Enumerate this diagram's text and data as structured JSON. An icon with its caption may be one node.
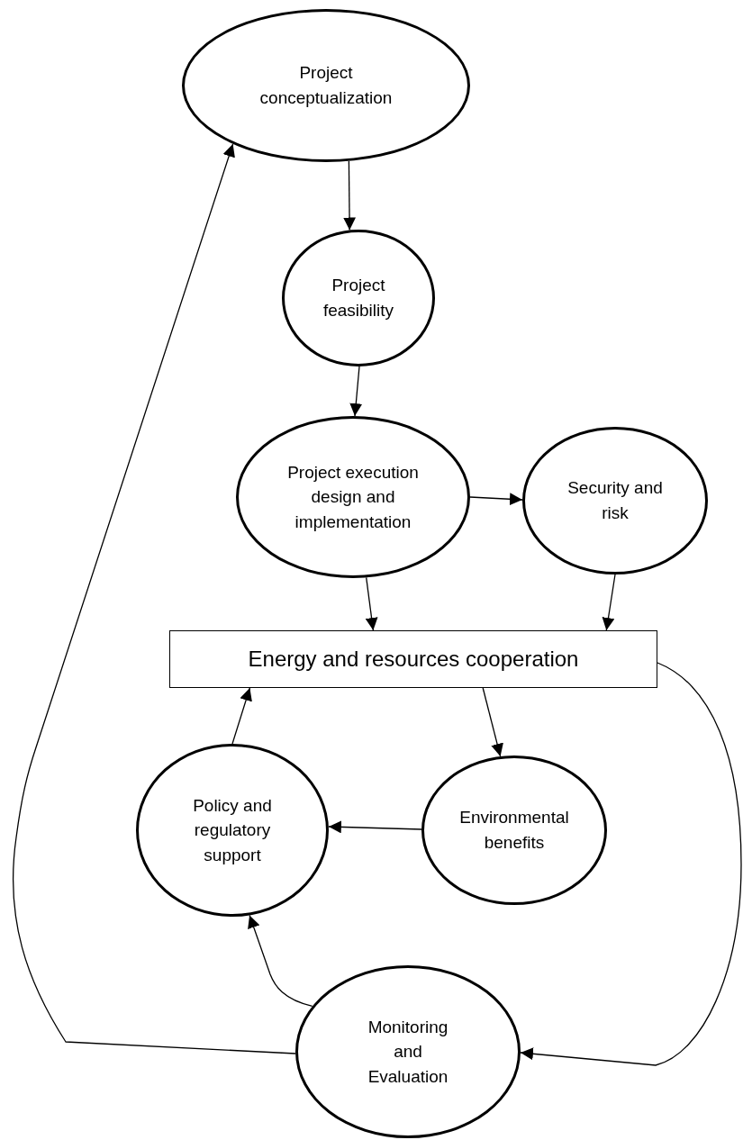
{
  "diagram": {
    "nodes": [
      {
        "text": [
          "Project conceptualization"
        ]
      },
      {
        "text": [
          "Project feasibility"
        ]
      },
      {
        "text": [
          "Project execution design and implementation"
        ]
      },
      {
        "text": [
          "Security and risk"
        ]
      },
      {
        "text": [
          "Energy and resources cooperation"
        ]
      },
      {
        "text": [
          "Policy and regulatory support"
        ]
      },
      {
        "text": [
          "Environmental benefits"
        ]
      },
      {
        "text": [
          "Monitoring and Evaluation"
        ]
      }
    ],
    "edges": [
      {
        "from": 0,
        "to": 1,
        "arrow": "to"
      },
      {
        "from": 1,
        "to": 2,
        "arrow": "to"
      },
      {
        "from": 2,
        "to": 3,
        "arrow": "to"
      },
      {
        "from": 2,
        "to": 4,
        "arrow": "to"
      },
      {
        "from": 3,
        "to": 4,
        "arrow": "to"
      },
      {
        "from": 4,
        "to": 6,
        "arrow": "to"
      },
      {
        "from": 6,
        "to": 5,
        "arrow": "to"
      },
      {
        "from": 5,
        "to": 4,
        "arrow": "to"
      },
      {
        "from": 7,
        "to": 5,
        "arrow": "to"
      },
      {
        "from": 4,
        "to": 7,
        "arrow": "to"
      },
      {
        "from": 7,
        "to": 0,
        "arrow": "to"
      }
    ]
  }
}
